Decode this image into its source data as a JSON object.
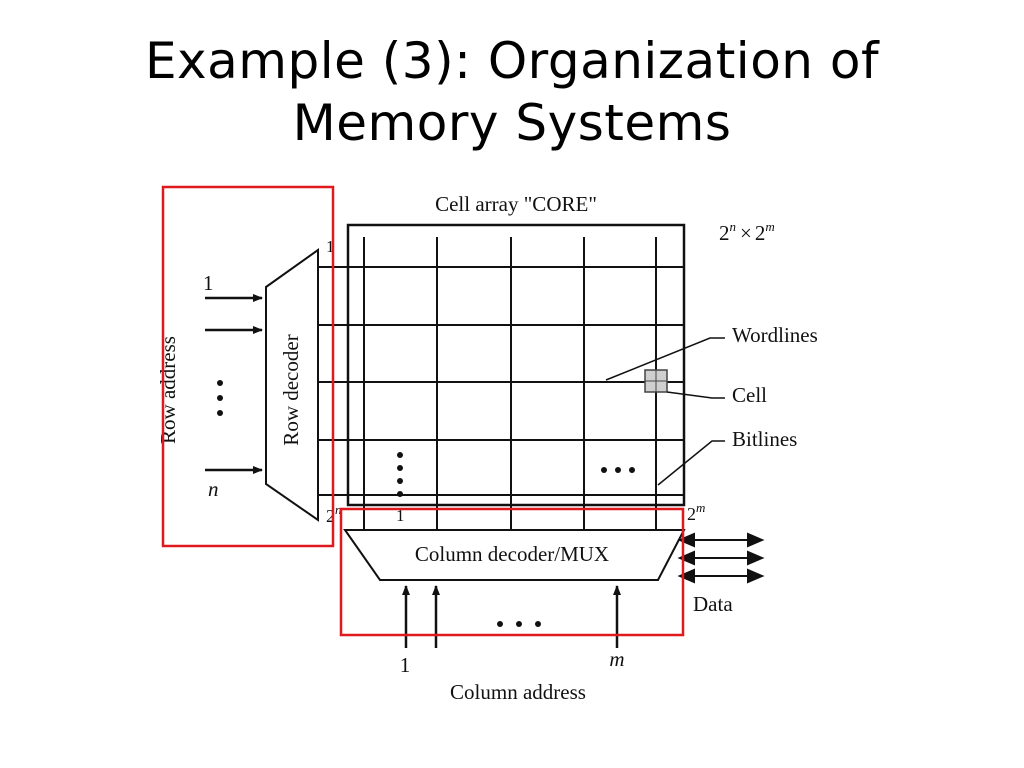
{
  "slide": {
    "title_line1": "Example (3): Organization of",
    "title_line2": "Memory Systems"
  },
  "diagram": {
    "cell_array_label": "Cell array \"CORE\"",
    "size_base1": "2",
    "size_exp1": "n",
    "size_times": "×",
    "size_base2": "2",
    "size_exp2": "m",
    "row_address_label": "Row address",
    "row_decoder_label": "Row decoder",
    "row_in_first": "1",
    "row_in_last": "n",
    "row_out_first": "1",
    "row_out_last_base": "2",
    "row_out_last_exp": "n",
    "col_first": "1",
    "col_last_base": "2",
    "col_last_exp": "m",
    "wordlines_label": "Wordlines",
    "cell_label": "Cell",
    "bitlines_label": "Bitlines",
    "column_decoder_label": "Column decoder/MUX",
    "data_label": "Data",
    "col_addr_first": "1",
    "col_addr_last": "m",
    "column_address_label": "Column address",
    "highlight_color": "#e0191e"
  }
}
